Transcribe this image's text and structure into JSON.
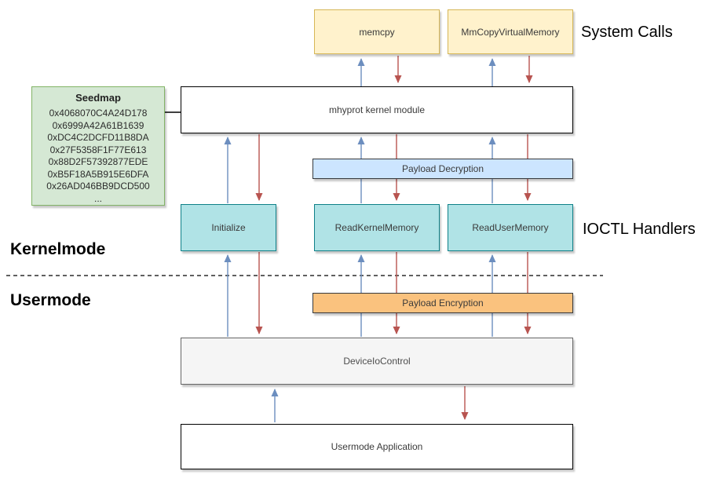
{
  "diagram": {
    "title_context": "mhyprot kernel module data flow",
    "side_labels": {
      "system_calls": "System Calls",
      "ioctl_handlers": "IOCTL Handlers",
      "kernelmode": "Kernelmode",
      "usermode": "Usermode"
    },
    "nodes": {
      "memcpy": "memcpy",
      "mm_copy_virtual_memory": "MmCopyVirtualMemory",
      "kernel_module": "mhyprot kernel module",
      "payload_decryption": "Payload Decryption",
      "initialize": "Initialize",
      "read_kernel_memory": "ReadKernelMemory",
      "read_user_memory": "ReadUserMemory",
      "payload_encryption": "Payload Encryption",
      "device_io_control": "DeviceIoControl",
      "usermode_application": "Usermode Application"
    },
    "seedmap": {
      "title": "Seedmap",
      "values": [
        "0x4068070C4A24D178",
        "0x6999A42A61B1639",
        "0xDC4C2DCFD11B8DA",
        "0x27F5358F1F77E613",
        "0x88D2F57392877EDE",
        "0xB5F18A5B915E6DFA",
        "0x26AD046BB9DCD500",
        "..."
      ]
    },
    "colors": {
      "arrow_up_blue": "#6c8ebf",
      "arrow_down_red": "#b85450",
      "yellow_fill": "#fff2cc",
      "yellow_border": "#d6b656",
      "green_fill": "#d5e8d4",
      "green_border": "#82b366",
      "blue_fill": "#cce5ff",
      "teal_fill": "#b0e3e6",
      "teal_border": "#0e8088",
      "orange_fill": "#fac27e",
      "dark_border": "#36393d",
      "gray_fill": "#f5f5f5",
      "gray_border": "#666666"
    }
  }
}
